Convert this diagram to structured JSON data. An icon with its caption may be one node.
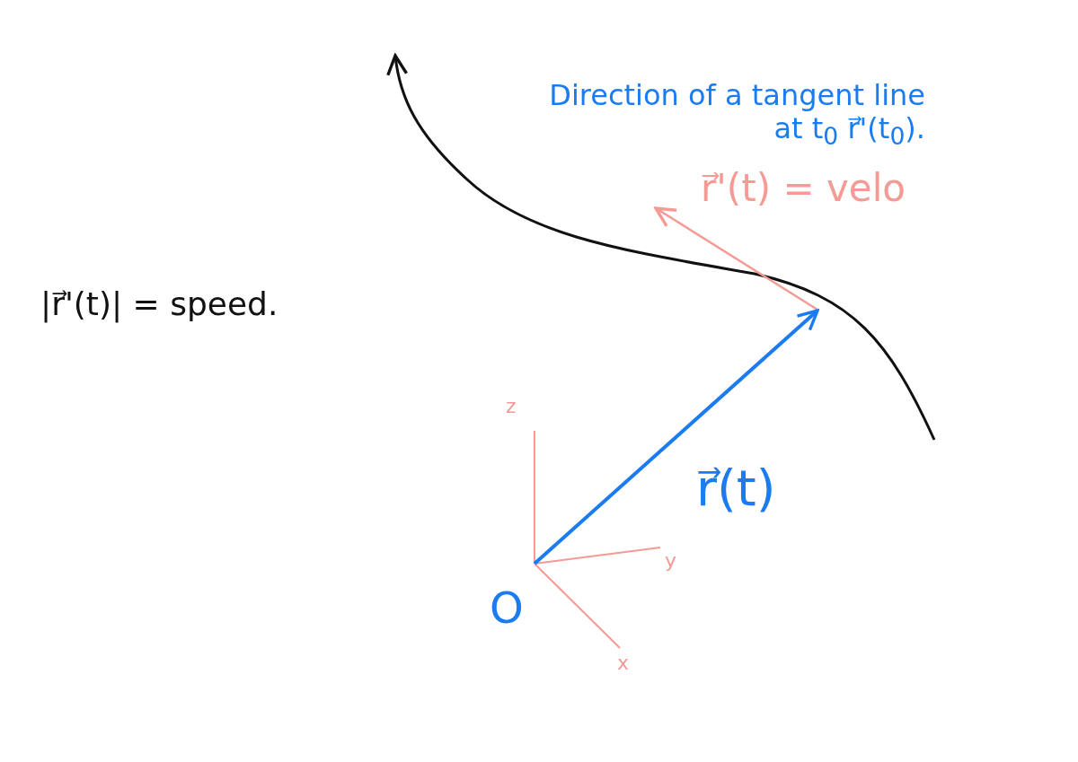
{
  "diagram": {
    "labels": [
      "Direction of a tangent line at t$_{0}$ r⃗'(t$_{0}$).",
      "r⃗'(t) = velo",
      "|r⃗'(t)| = speed.",
      "z",
      "r⃗(t)",
      "y",
      "O",
      "x"
    ]
  }
}
